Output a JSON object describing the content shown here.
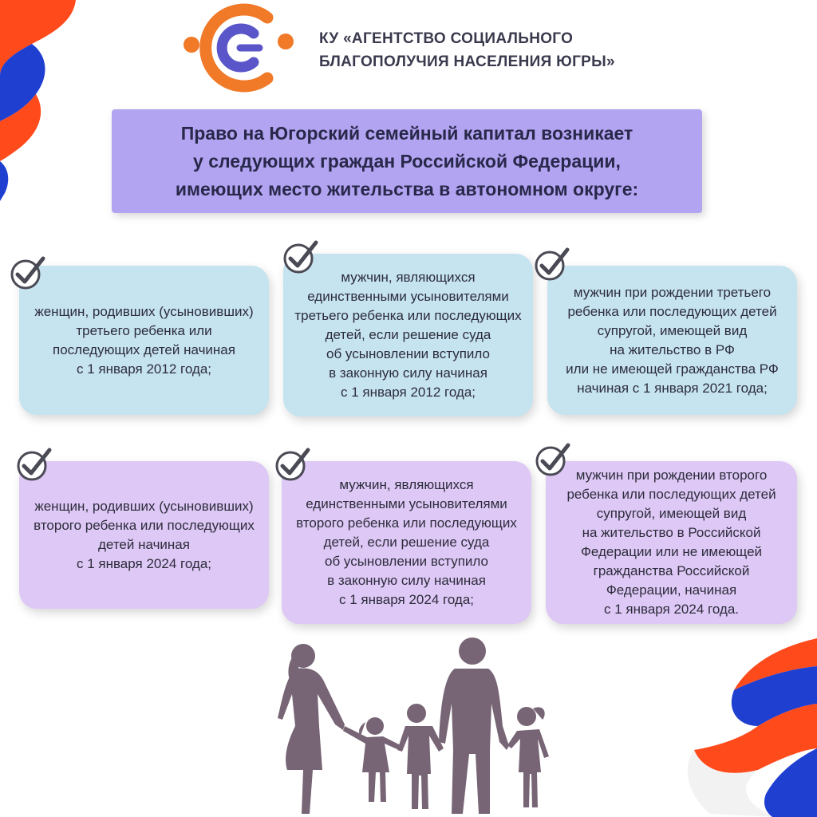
{
  "organization": {
    "name": "КУ «АГЕНТСТВО СОЦИАЛЬНОГО\nБЛАГОПОЛУЧИЯ НАСЕЛЕНИЯ ЮГРЫ»"
  },
  "title": "Право на Югорский семейный капитал возникает\nу следующих граждан Российской Федерации,\nимеющих место жительства в автономном округе:",
  "cards": [
    {
      "text": "женщин, родивших (усыновивших)\nтретьего ребенка или\nпоследующих детей начиная\nс 1 января 2012 года;"
    },
    {
      "text": "мужчин, являющихся\nединственными усыновителями\nтретьего ребенка или последующих\nдетей, если решение суда\nоб усыновлении вступило\nв законную силу начиная\nс 1 января 2012 года;"
    },
    {
      "text": "мужчин при рождении третьего\nребенка или последующих детей\nсупругой, имеющей вид\nна жительство в РФ\nили не имеющей гражданства РФ\nначиная с 1 января 2021 года;"
    },
    {
      "text": "женщин, родивших (усыновивших)\nвторого ребенка или последующих\nдетей начиная\nс 1 января 2024 года;"
    },
    {
      "text": "мужчин, являющихся\nединственными усыновителями\nвторого ребенка или последующих\nдетей, если решение суда\nоб усыновлении вступило\nв законную силу начиная\nс 1 января 2024 года;"
    },
    {
      "text": "мужчин при рождении второго\nребенка или последующих детей\nсупругой, имеющей вид\nна жительство в Российской\nФедерации или не имеющей\nгражданства Российской\nФедерации, начиная\nс 1 января 2024 года."
    }
  ],
  "colors": {
    "title_bg": "#b3a4f2",
    "card_blue": "#c6e3f0",
    "card_violet": "#dec8f5",
    "logo_orange": "#f07a28",
    "logo_purple": "#5a55c8",
    "ribbon_red": "#ff4a1c",
    "ribbon_blue": "#1f3fd0",
    "silhouette": "#776575"
  },
  "icons": [
    "check-circle-icon",
    "agency-logo",
    "family-silhouette"
  ]
}
